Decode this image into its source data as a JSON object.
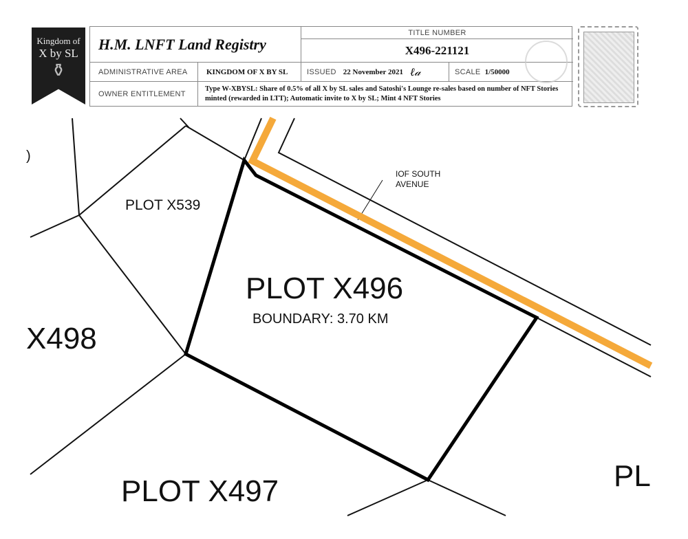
{
  "banner": {
    "line1": "Kingdom of",
    "line2": "X by SL"
  },
  "header": {
    "title": "H.M. LNFT Land Registry",
    "title_number_label": "TITLE NUMBER",
    "title_number": "X496-221121",
    "admin_area_label": "ADMINISTRATIVE AREA",
    "admin_area": "KINGDOM OF X BY SL",
    "issued_label": "ISSUED",
    "issued": "22 November 2021",
    "scale_label": "SCALE",
    "scale": "1/50000",
    "owner_label": "OWNER ENTITLEMENT",
    "owner_entitlement": "Type W-XBYSL: Share of 0.5% of all X by SL sales and Satoshi's Lounge re-sales based on number of NFT Stories minted (rewarded in LTT); Automatic invite to X by SL; Mint 4 NFT Stories"
  },
  "map": {
    "main_plot": "PLOT X496",
    "boundary": "BOUNDARY: 3.70 KM",
    "plot_x539": "PLOT X539",
    "plot_x498": "X498",
    "plot_x497": "PLOT X497",
    "plot_partial_right": "PL",
    "road_label": "IOF SOUTH AVENUE",
    "road_color": "#f5a93a"
  }
}
